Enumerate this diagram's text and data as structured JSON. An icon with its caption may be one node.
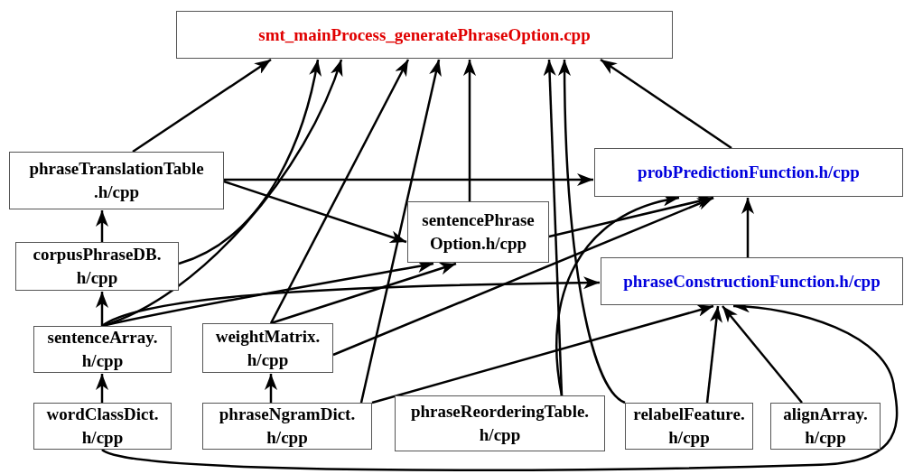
{
  "diagram": {
    "nodes": [
      {
        "text": [
          "smt_mainProcess_generatePhraseOption.cpp"
        ]
      },
      {
        "text": [
          "phraseTranslationTable .h/cpp"
        ]
      },
      {
        "text": [
          "probPredictionFunction.h/cpp"
        ]
      },
      {
        "text": [
          "sentencePhrase Option.h/cpp"
        ]
      },
      {
        "text": [
          "corpusPhraseDB. h/cpp"
        ]
      },
      {
        "text": [
          "phraseConstructionFunction.h/cpp"
        ]
      },
      {
        "text": [
          "sentenceArray. h/cpp"
        ]
      },
      {
        "text": [
          "weightMatrix. h/cpp"
        ]
      },
      {
        "text": [
          "wordClassDict. h/cpp"
        ]
      },
      {
        "text": [
          "phraseNgramDict. h/cpp"
        ]
      },
      {
        "text": [
          "phraseReorderingTable. h/cpp"
        ]
      },
      {
        "text": [
          "relabelFeature. h/cpp"
        ]
      },
      {
        "text": [
          "alignArray. h/cpp"
        ]
      }
    ],
    "edges": [
      {
        "from": 1,
        "to": 0,
        "arrow": "to"
      },
      {
        "from": 4,
        "to": 0,
        "arrow": "to"
      },
      {
        "from": 6,
        "to": 0,
        "arrow": "to"
      },
      {
        "from": 7,
        "to": 0,
        "arrow": "to"
      },
      {
        "from": 9,
        "to": 0,
        "arrow": "to"
      },
      {
        "from": 3,
        "to": 0,
        "arrow": "to"
      },
      {
        "from": 10,
        "to": 0,
        "arrow": "to"
      },
      {
        "from": 11,
        "to": 0,
        "arrow": "to"
      },
      {
        "from": 2,
        "to": 0,
        "arrow": "to"
      },
      {
        "from": 1,
        "to": 2,
        "arrow": "to"
      },
      {
        "from": 1,
        "to": 3,
        "arrow": "to"
      },
      {
        "from": 4,
        "to": 1,
        "arrow": "to"
      },
      {
        "from": 6,
        "to": 4,
        "arrow": "to"
      },
      {
        "from": 8,
        "to": 6,
        "arrow": "to"
      },
      {
        "from": 9,
        "to": 7,
        "arrow": "to"
      },
      {
        "from": 6,
        "to": 3,
        "arrow": "to"
      },
      {
        "from": 7,
        "to": 3,
        "arrow": "to"
      },
      {
        "from": 6,
        "to": 5,
        "arrow": "to"
      },
      {
        "from": 3,
        "to": 2,
        "arrow": "to"
      },
      {
        "from": 7,
        "to": 2,
        "arrow": "to"
      },
      {
        "from": 10,
        "to": 2,
        "arrow": "to"
      },
      {
        "from": 5,
        "to": 2,
        "arrow": "to"
      },
      {
        "from": 9,
        "to": 5,
        "arrow": "to"
      },
      {
        "from": 11,
        "to": 5,
        "arrow": "to"
      },
      {
        "from": 12,
        "to": 5,
        "arrow": "to"
      },
      {
        "from": 8,
        "to": 5,
        "arrow": "to"
      }
    ]
  }
}
